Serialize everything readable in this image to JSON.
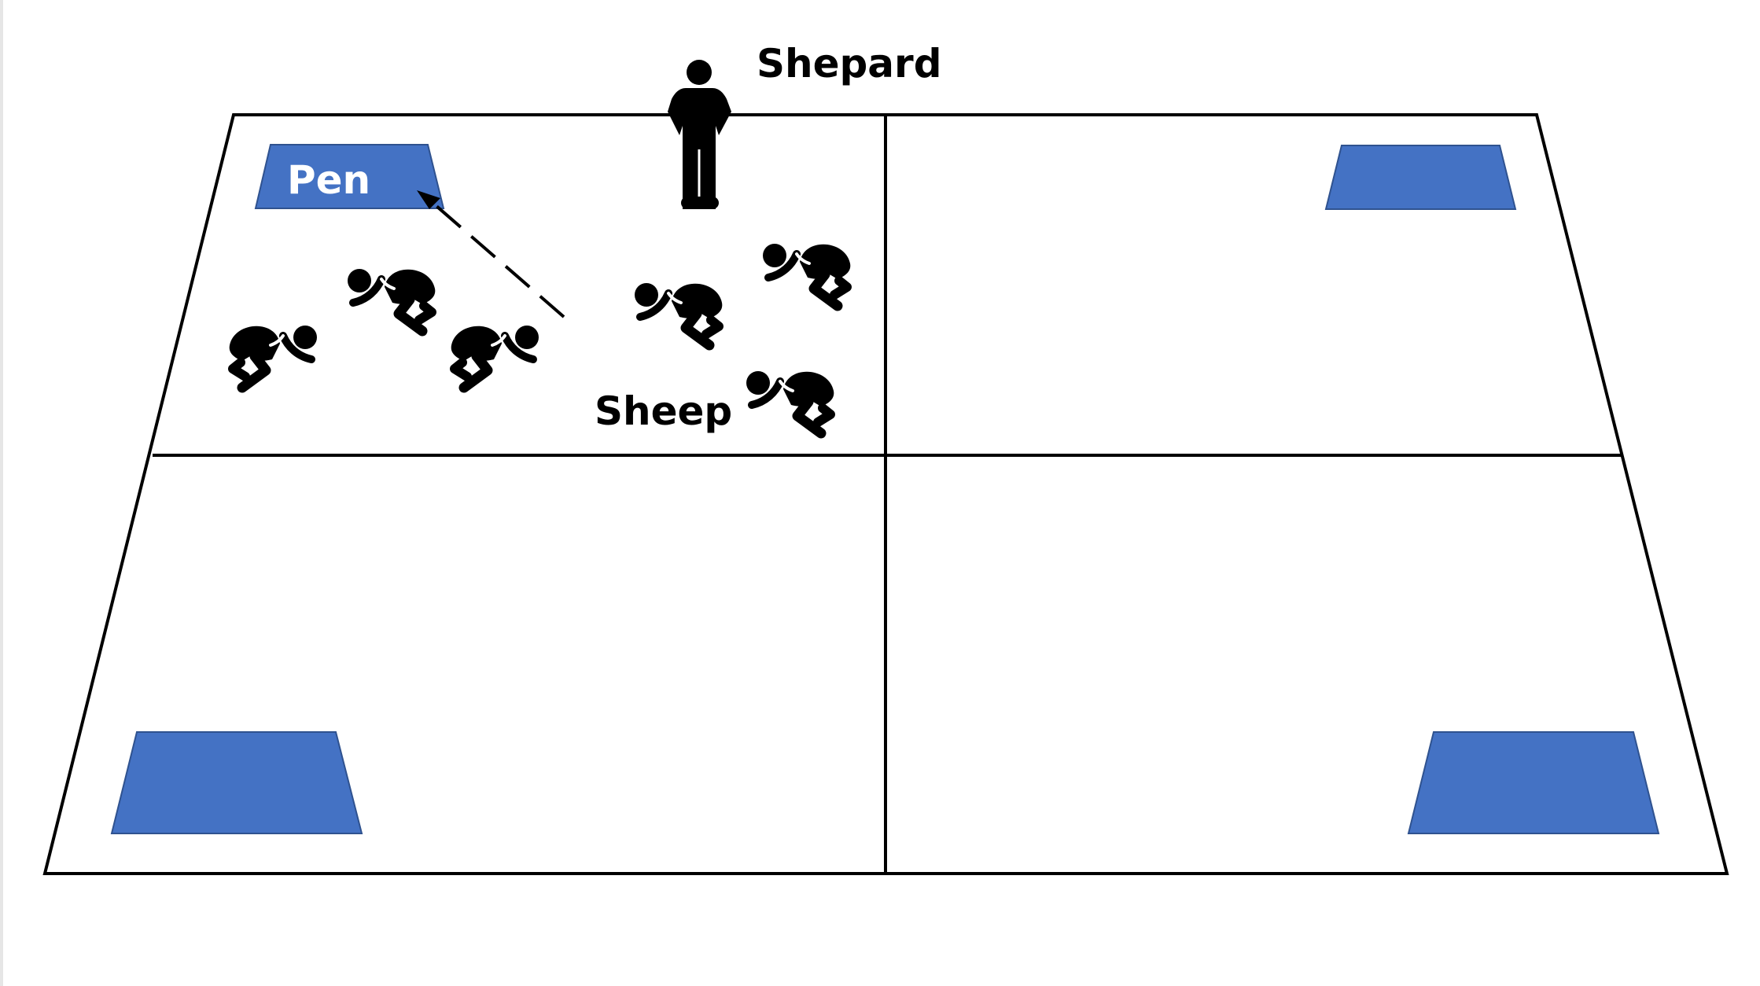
{
  "diagram": {
    "labels": {
      "shepherd": "Shepard",
      "pen": "Pen",
      "sheep": "Sheep"
    },
    "colors": {
      "pen_fill": "#4472C4",
      "pen_stroke": "#2F528F",
      "line": "#000000",
      "pen_label_text": "#ffffff",
      "label_text": "#000000"
    },
    "icons": {
      "shepherd": "standing-person-icon",
      "sheep": "crouching-person-icon"
    }
  }
}
